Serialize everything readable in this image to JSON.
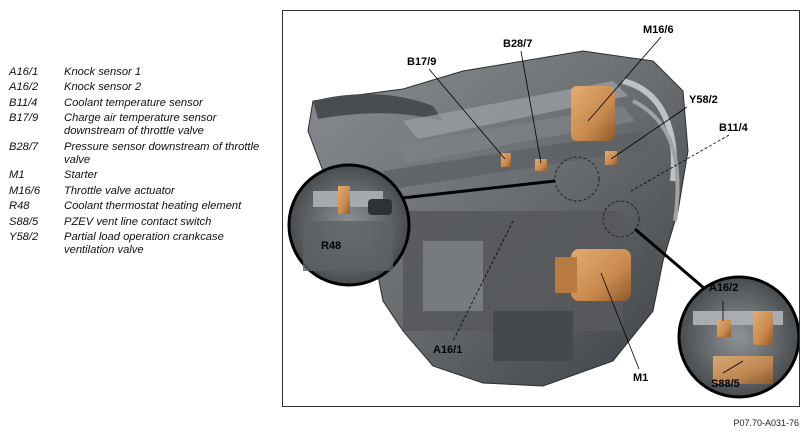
{
  "legend": [
    {
      "code": "A16/1",
      "desc": "Knock sensor 1"
    },
    {
      "code": "A16/2",
      "desc": "Knock sensor 2"
    },
    {
      "code": "B11/4",
      "desc": "Coolant temperature sensor"
    },
    {
      "code": "B17/9",
      "desc": "Charge air temperature sensor downstream of throttle valve"
    },
    {
      "code": "B28/7",
      "desc": "Pressure sensor downstream of throttle valve"
    },
    {
      "code": "M1",
      "desc": "Starter"
    },
    {
      "code": "M16/6",
      "desc": "Throttle valve actuator"
    },
    {
      "code": "R48",
      "desc": "Coolant thermostat heating element"
    },
    {
      "code": "S88/5",
      "desc": "PZEV vent line contact switch"
    },
    {
      "code": "Y58/2",
      "desc": "Partial load operation crankcase ventilation valve"
    }
  ],
  "callouts": {
    "m16_6": "M16/6",
    "b17_9": "B17/9",
    "b28_7": "B28/7",
    "y58_2": "Y58/2",
    "b11_4": "B11/4",
    "r48": "R48",
    "a16_2": "A16/2",
    "a16_1": "A16/1",
    "m1": "M1",
    "s88_5": "S88/5"
  },
  "reference_id": "P07.70-A031-76",
  "colors": {
    "engine_body": "#6a6d70",
    "engine_dark": "#3d4043",
    "engine_light": "#a9adb0",
    "highlight_copper": "#c98a4e",
    "frame_border": "#333333"
  }
}
